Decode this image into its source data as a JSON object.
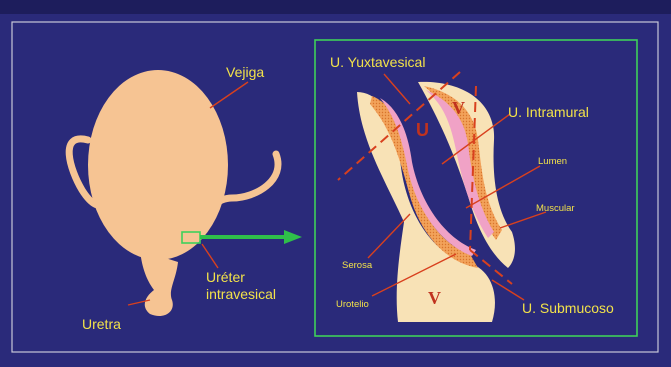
{
  "labels": {
    "vejiga": "Vejiga",
    "uretra": "Uretra",
    "ureter_intravesical": "Uréter\nintravesical",
    "yuxtavesical": "U. Yuxtavesical",
    "intramural": "U. Intramural",
    "lumen": "Lumen",
    "muscular": "Muscular",
    "serosa": "Serosa",
    "urotelio": "Urotelio",
    "submucoso": "U. Submucoso"
  },
  "markers": {
    "u": "U",
    "v_top": "V",
    "v_bottom": "V"
  },
  "colors": {
    "background": "#2a2a7a",
    "frame_border": "#3fd05a",
    "label_text": "#f2e24a",
    "leader_line": "#d8401e",
    "organ_fill": "#f6c493",
    "serosa_fill": "#f8e2b6",
    "muscular_fill": "#f2a25a",
    "urotelio_fill": "#f0a2c6",
    "arrow": "#2fbf4a"
  }
}
